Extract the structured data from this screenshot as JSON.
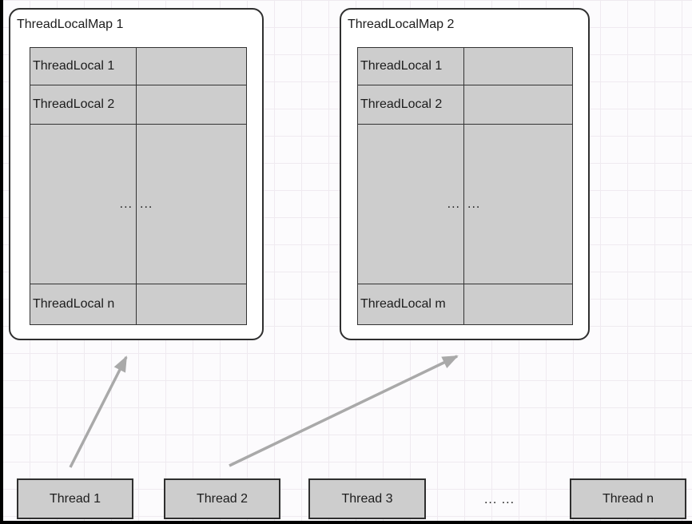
{
  "maps": [
    {
      "title": "ThreadLocalMap 1",
      "rows": [
        {
          "label": "ThreadLocal 1",
          "value": ""
        },
        {
          "label": "ThreadLocal 2",
          "value": ""
        },
        {
          "dots_left": "...",
          "dots_right": "..."
        },
        {
          "label": "ThreadLocal n",
          "value": ""
        }
      ]
    },
    {
      "title": "ThreadLocalMap 2",
      "rows": [
        {
          "label": "ThreadLocal 1",
          "value": ""
        },
        {
          "label": "ThreadLocal 2",
          "value": ""
        },
        {
          "dots_left": "...",
          "dots_right": "..."
        },
        {
          "label": "ThreadLocal m",
          "value": ""
        }
      ]
    }
  ],
  "threads": {
    "items": [
      "Thread 1",
      "Thread 2",
      "Thread 3",
      "Thread n"
    ],
    "dots": "... ..."
  },
  "colors": {
    "cell_fill": "#cdcdcd",
    "box_border": "#2f2f2f",
    "arrow": "#a9a9a9",
    "grid_line": "#efeaf0",
    "background": "#fcfbfd"
  }
}
